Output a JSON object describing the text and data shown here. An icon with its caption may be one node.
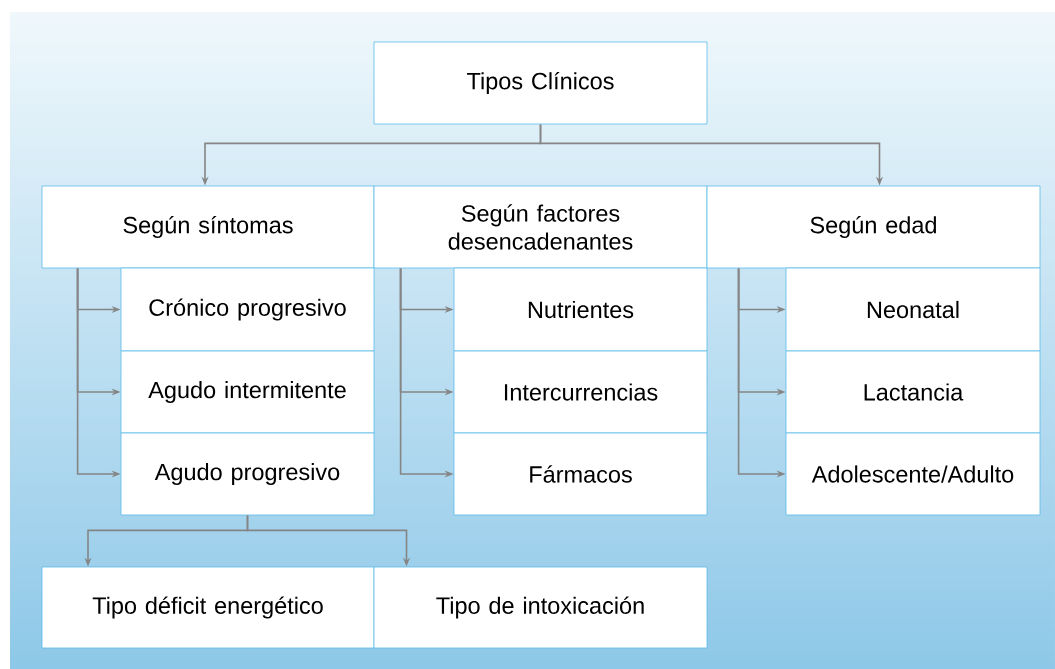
{
  "diagram": {
    "nodes": [
      {
        "text": [
          "Tipos Clínicos"
        ]
      },
      {
        "text": [
          "Según síntomas"
        ]
      },
      {
        "text": [
          "Según factores desencadenantes"
        ]
      },
      {
        "text": [
          "Según edad"
        ]
      },
      {
        "text": [
          "Crónico progresivo"
        ]
      },
      {
        "text": [
          "Agudo intermitente"
        ]
      },
      {
        "text": [
          "Agudo progresivo"
        ]
      },
      {
        "text": [
          "Nutrientes"
        ]
      },
      {
        "text": [
          "Intercurrencias"
        ]
      },
      {
        "text": [
          "Fármacos"
        ]
      },
      {
        "text": [
          "Neonatal"
        ]
      },
      {
        "text": [
          "Lactancia"
        ]
      },
      {
        "text": [
          "Adolescente/Adulto"
        ]
      },
      {
        "text": [
          "Tipo déficit energético"
        ]
      },
      {
        "text": [
          "Tipo de intoxicación"
        ]
      }
    ],
    "edges": [
      {
        "from": 0,
        "to": 1,
        "arrow": "to"
      },
      {
        "from": 0,
        "to": 3,
        "arrow": "to"
      },
      {
        "from": 1,
        "to": 4,
        "arrow": "to"
      },
      {
        "from": 1,
        "to": 5,
        "arrow": "to"
      },
      {
        "from": 1,
        "to": 6,
        "arrow": "to"
      },
      {
        "from": 2,
        "to": 7,
        "arrow": "to"
      },
      {
        "from": 2,
        "to": 8,
        "arrow": "to"
      },
      {
        "from": 2,
        "to": 9,
        "arrow": "to"
      },
      {
        "from": 3,
        "to": 10,
        "arrow": "to"
      },
      {
        "from": 3,
        "to": 11,
        "arrow": "to"
      },
      {
        "from": 3,
        "to": 12,
        "arrow": "to"
      },
      {
        "from": 6,
        "to": 13,
        "arrow": "to"
      },
      {
        "from": 6,
        "to": 14,
        "arrow": "to"
      }
    ]
  }
}
